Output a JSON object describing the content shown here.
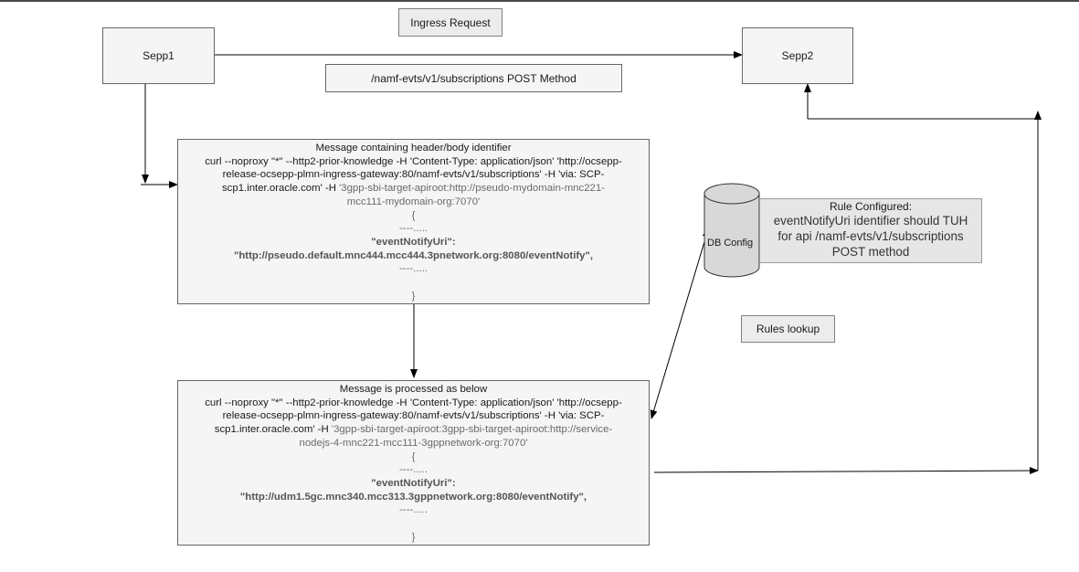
{
  "nodes": {
    "sepp1": "Sepp1",
    "sepp2": "Sepp2",
    "ingress": "Ingress Request",
    "endpoint": "/namf-evts/v1/subscriptions POST Method",
    "db": "DB Config",
    "rules_lookup": "Rules lookup"
  },
  "rule": {
    "title": "Rule Configured:",
    "lines": [
      "eventNotifyUri identifier should TUH",
      "for api /namf-evts/v1/subscriptions",
      "POST method"
    ]
  },
  "msg1": {
    "title": "Message containing header/body identifier",
    "curl": [
      "curl --noproxy \"*\" --http2-prior-knowledge -H 'Content-Type: application/json' 'http://ocsepp-",
      "release-ocsepp-plmn-ingress-gateway:80/namf-evts/v1/subscriptions'  -H 'via: SCP-",
      "scp1.inter.oracle.com' -H "
    ],
    "apiroot": [
      "'3gpp-sbi-target-apiroot:http://pseudo-mydomain-mnc221-",
      "mcc111-mydomain-org:7070'"
    ],
    "open": "{",
    "dots1": "----.....",
    "key": "\"eventNotifyUri\":",
    "value": "\"http://pseudo.default.mnc444.mcc444.3pnetwork.org:8080/eventNotify\",",
    "dots2": "----.....",
    "close": "}"
  },
  "msg2": {
    "title": "Message is processed as below",
    "curl": [
      "curl --noproxy \"*\" --http2-prior-knowledge -H 'Content-Type: application/json' 'http://ocsepp-",
      "release-ocsepp-plmn-ingress-gateway:80/namf-evts/v1/subscriptions'  -H 'via: SCP-",
      "scp1.inter.oracle.com' -H "
    ],
    "apiroot": [
      "'3gpp-sbi-target-apiroot:3gpp-sbi-target-apiroot:http://service-",
      "nodejs-4-mnc221-mcc111-3gppnetwork-org:7070'"
    ],
    "open": "{",
    "dots1": "----.....",
    "key": "\"eventNotifyUri\":",
    "value": "\"http://udm1.5gc.mnc340.mcc313.3gppnetwork.org:8080/eventNotify\",",
    "dots2": "----.....",
    "close": "}"
  }
}
